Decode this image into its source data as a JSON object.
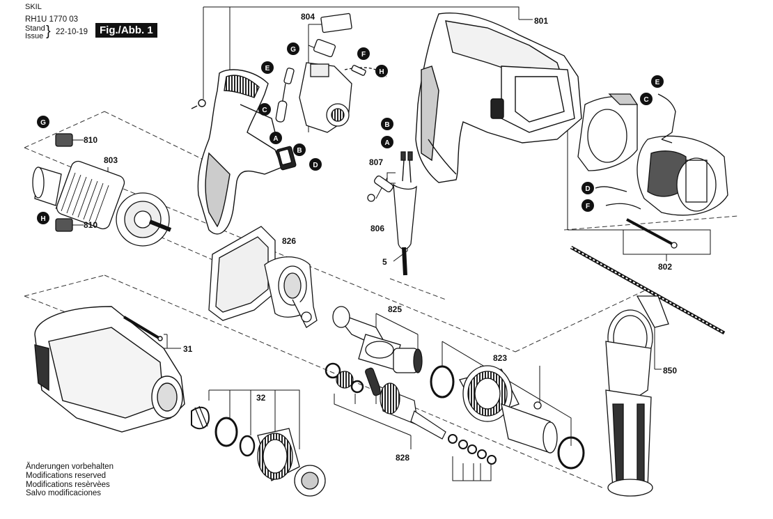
{
  "header": {
    "brand": "SKIL",
    "model": "RH1U 1770 03",
    "stand_label": "Stand",
    "issue_label": "Issue",
    "date": "22-10-19",
    "figure": "Fig./Abb. 1"
  },
  "notes": [
    "Änderungen vorbehalten",
    "Modifications reserved",
    "Modifications resèrvèes",
    "Salvo modificaciones"
  ],
  "parts": {
    "p801": "801",
    "p802": "802",
    "p803": "803",
    "p804": "804",
    "p806": "806",
    "p807": "807",
    "p810a": "810",
    "p810b": "810",
    "p823": "823",
    "p825": "825",
    "p826": "826",
    "p828": "828",
    "p850": "850",
    "p31": "31",
    "p32": "32",
    "p5": "5"
  },
  "markers": {
    "g1": "G",
    "g2": "G",
    "e1": "E",
    "e2": "E",
    "c1": "C",
    "c2": "C",
    "a1": "A",
    "a2": "A",
    "b1": "B",
    "b2": "B",
    "d1": "D",
    "d2": "D",
    "f1": "F",
    "f2": "F",
    "h1": "H",
    "h2": "H"
  }
}
